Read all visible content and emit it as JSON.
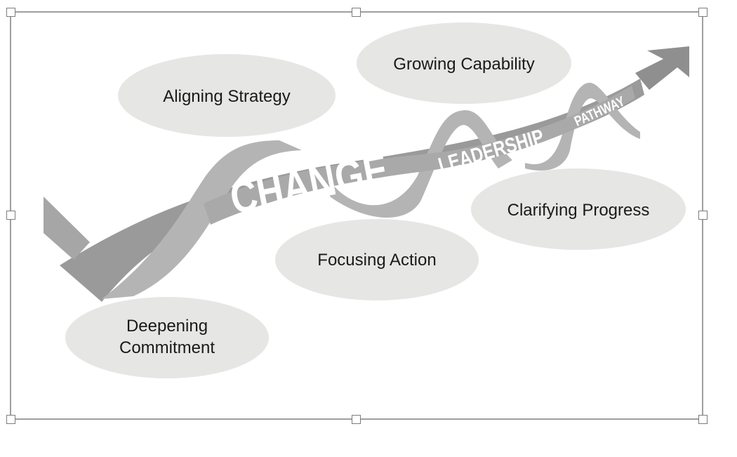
{
  "diagram": {
    "ribbon_words": {
      "change": "CHANGE",
      "leadership": "LEADERSHIP",
      "pathway": "PATHWAY"
    },
    "stages": [
      {
        "id": "aligning-strategy",
        "lines": [
          "Aligning Strategy"
        ]
      },
      {
        "id": "growing-capability",
        "lines": [
          "Growing Capability"
        ]
      },
      {
        "id": "clarifying-progress",
        "lines": [
          "Clarifying Progress"
        ]
      },
      {
        "id": "focusing-action",
        "lines": [
          "Focusing Action"
        ]
      },
      {
        "id": "deepening-commitment",
        "lines": [
          "Deepening",
          "Commitment"
        ]
      }
    ],
    "colors": {
      "ellipse_fill": "#e6e6e5",
      "arrow_dark": "#9a9a9a",
      "arrow_mid": "#a9a9a9",
      "ribbon_light": "#b8b8b8",
      "frame_line": "#6b6b6b"
    }
  }
}
